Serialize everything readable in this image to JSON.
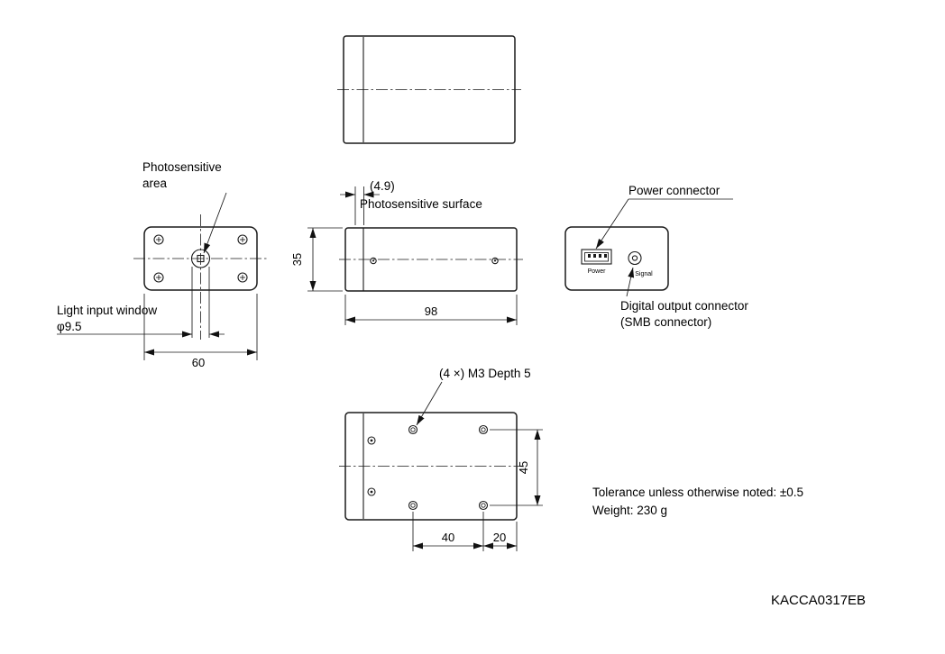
{
  "doc_number": "KACCA0317EB",
  "notes": {
    "tolerance": "Tolerance unless otherwise noted:  ±0.5",
    "weight": "Weight: 230 g"
  },
  "front_view": {
    "photosensitive_callout_line1": "Photosensitive",
    "photosensitive_callout_line2": "area",
    "light_input_label": "Light input window",
    "light_input_diameter": "φ9.5",
    "width_dim": "60"
  },
  "side_view": {
    "offset_dim": "(4.9)",
    "surface_label": "Photosensitive surface",
    "height_dim": "35",
    "length_dim": "98"
  },
  "rear_view": {
    "power_callout": "Power connector",
    "power_port_label": "Power",
    "signal_port_label": "Signal",
    "digital_output_callout_line1": "Digital output connector",
    "digital_output_callout_line2": "(SMB connector)"
  },
  "bottom_view": {
    "screw_note": "(4 ×) M3 Depth 5",
    "height_dim": "45",
    "hole_spacing_dim": "40",
    "edge_offset_dim": "20"
  }
}
